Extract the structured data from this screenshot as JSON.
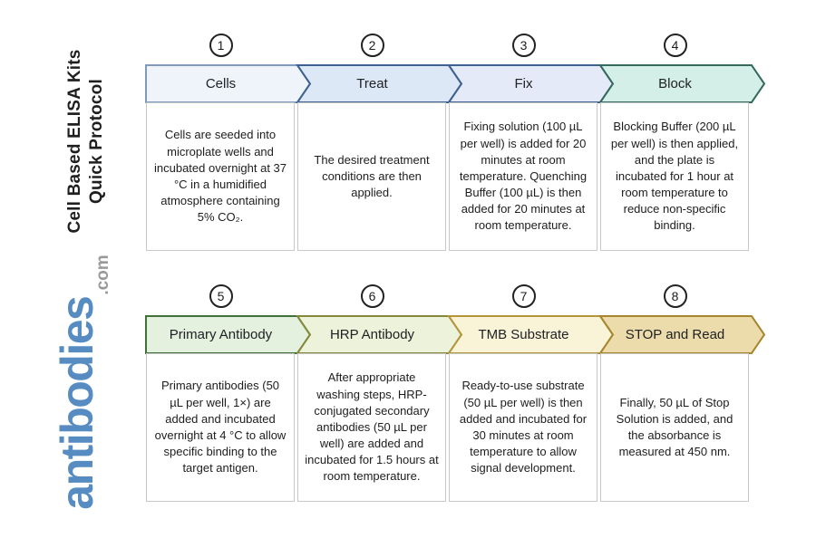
{
  "branding": {
    "title_line1": "Cell Based ELISA Kits",
    "title_line2": "Quick Protocol",
    "logo_word": "antibodies",
    "logo_tld": ".com",
    "colors": {
      "title": "#1f1f1f",
      "logo_blue": "#568cc1",
      "logo_gray": "#9a9a9a"
    }
  },
  "rows": [
    {
      "steps": [
        {
          "number": "1",
          "label": "Cells",
          "description": "Cells are seeded into microplate wells and incubated overnight at 37 °C in a humidified atmosphere containing 5% CO₂.",
          "fill": "#eff4fb",
          "border": "#7e9abd"
        },
        {
          "number": "2",
          "label": "Treat",
          "description": "The desired treatment conditions are then applied.",
          "fill": "#dde8f7",
          "border": "#3d6190"
        },
        {
          "number": "3",
          "label": "Fix",
          "description": "Fixing solution (100 µL per well) is added for 20 minutes at room temperature. Quenching Buffer (100 µL) is then added for 20 minutes at room temperature.",
          "fill": "#e5eaf9",
          "border": "#3d6190"
        },
        {
          "number": "4",
          "label": "Block",
          "description": "Blocking Buffer (200 µL per well) is then applied, and the plate is incubated for 1 hour at room temperature to reduce non-specific binding.",
          "fill": "#d4efe7",
          "border": "#35695d"
        }
      ]
    },
    {
      "steps": [
        {
          "number": "5",
          "label": "Primary Antibody",
          "description": "Primary antibodies (50 µL per well, 1×) are added and incubated overnight at 4 °C to allow specific binding to the target antigen.",
          "fill": "#e3f1de",
          "border": "#41703a"
        },
        {
          "number": "6",
          "label": "HRP Antibody",
          "description": "After appropriate washing steps, HRP-conjugated secondary antibodies (50 µL per well) are added and incubated for 1.5 hours at room temperature.",
          "fill": "#edf3da",
          "border": "#83883a"
        },
        {
          "number": "7",
          "label": "TMB Substrate",
          "description": "Ready-to-use substrate (50 µL per well) is then added and incubated for 30 minutes at room temperature to allow signal development.",
          "fill": "#f9f4d8",
          "border": "#b4953a"
        },
        {
          "number": "8",
          "label": "STOP and Read",
          "description": "Finally, 50 µL of Stop Solution is added, and the absorbance is measured at 450 nm.",
          "fill": "#ecdcab",
          "border": "#a5862f"
        }
      ]
    }
  ]
}
